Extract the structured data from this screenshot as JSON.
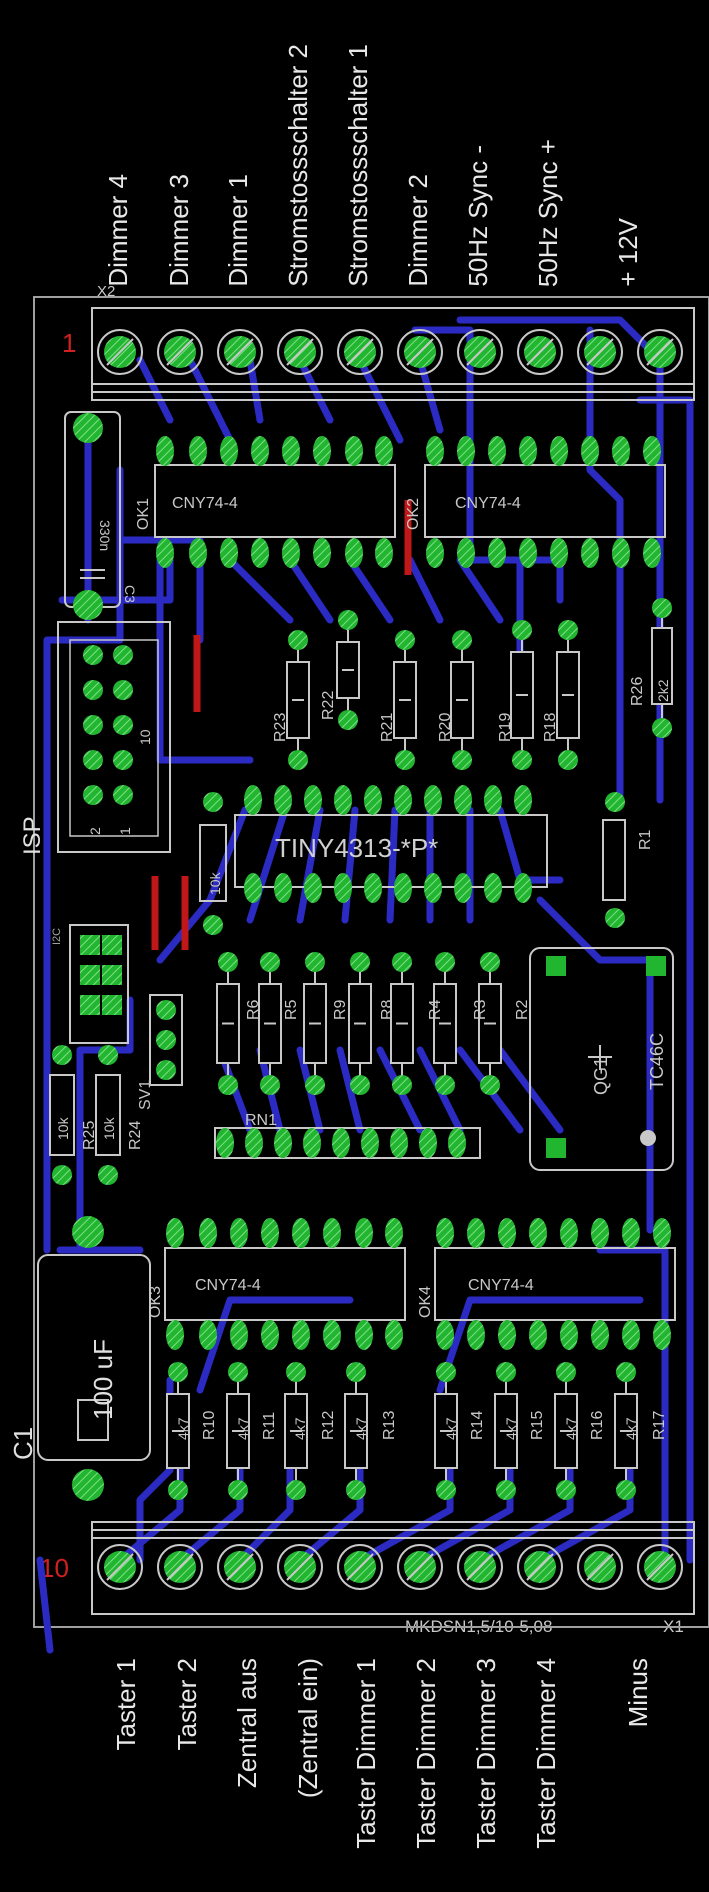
{
  "top_labels": [
    "Dimmer 4",
    "Dimmer 3",
    "Dimmer 1",
    "Stromstossschalter 2",
    "Stromstossschalter 1",
    "Dimmer 2",
    "50Hz Sync -",
    "50Hz Sync +",
    "+ 12V"
  ],
  "bottom_labels": [
    "Taster 1",
    "Taster 2",
    "Zentral aus",
    "(Zentral ein)",
    "Taster Dimmer 1",
    "Taster Dimmer 2",
    "Taster Dimmer 3",
    "Taster Dimmer 4",
    "Minus"
  ],
  "pin_first": "1",
  "pin_last": "10",
  "connector_top": "X2",
  "connector_bottom": "X1",
  "connector_part": "MKDSN1,5/10-5,08",
  "optocouplers": [
    {
      "ref": "OK1",
      "value": "CNY74-4"
    },
    {
      "ref": "OK2",
      "value": "CNY74-4"
    },
    {
      "ref": "OK3",
      "value": "CNY74-4"
    },
    {
      "ref": "OK4",
      "value": "CNY74-4"
    }
  ],
  "mcu": {
    "value": "TINY4313-*P*"
  },
  "isp": {
    "label": "ISP",
    "pin_a": "2",
    "pin_b": "1",
    "pin_c": "10"
  },
  "i2c_label": "I2C",
  "sv1": "SV1",
  "capacitors": {
    "c1_ref": "C1",
    "c1_value": "100 uF",
    "c3_ref": "C3",
    "c3_value": "330n"
  },
  "crystal": {
    "ref": "QG1",
    "value": "TC46C"
  },
  "resistor_network": "RN1",
  "resistors_top": [
    "R23",
    "R22",
    "R21",
    "R20",
    "R19",
    "R18"
  ],
  "r26": {
    "ref": "R26",
    "value": "2k2"
  },
  "r1": "R1",
  "r_mcu": "10k",
  "resistors_mid": [
    "R6",
    "R5",
    "R9",
    "R8",
    "R4",
    "R3",
    "R2"
  ],
  "resistors_side": [
    {
      "ref": "R25",
      "value": "10k"
    },
    {
      "ref": "R24",
      "value": "10k"
    }
  ],
  "resistors_bottom": [
    {
      "ref": "R10",
      "value": "4k7"
    },
    {
      "ref": "R11",
      "value": "4k7"
    },
    {
      "ref": "R12",
      "value": "4k7"
    },
    {
      "ref": "R13",
      "value": "4k7"
    },
    {
      "ref": "R14",
      "value": "4k7"
    },
    {
      "ref": "R15",
      "value": "4k7"
    },
    {
      "ref": "R16",
      "value": "4k7"
    },
    {
      "ref": "R17",
      "value": "4k7"
    }
  ],
  "colors": {
    "background": "#000000",
    "trace": "#2b2bc4",
    "pad": "#22b530",
    "silk": "#c8c8c8",
    "pin_number": "#d02020",
    "wire": "#c01818"
  }
}
